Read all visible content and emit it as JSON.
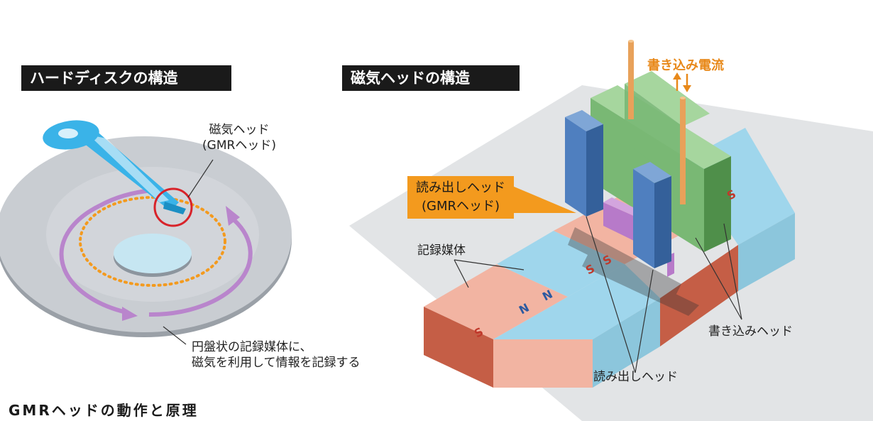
{
  "titles": {
    "hdd_structure": "ハードディスクの構造",
    "head_structure": "磁気ヘッドの構造",
    "footer": "GMRヘッドの動作と原理"
  },
  "labels": {
    "magnetic_head_line1": "磁気ヘッド",
    "magnetic_head_line2": "(GMRヘッド)",
    "disk_desc_line1": "円盤状の記録媒体に、",
    "disk_desc_line2": "磁気を利用して情報を記録する",
    "read_head_box_line1": "読み出しヘッド",
    "read_head_box_line2": "(GMRヘッド)",
    "write_current": "書き込み電流",
    "recording_medium": "記録媒体",
    "write_head": "書き込みヘッド",
    "read_head": "読み出しヘッド"
  },
  "poles": {
    "north": "N",
    "south": "S"
  },
  "colors": {
    "title_bg": "#1a1a1a",
    "accent_orange": "#f39a1e",
    "write_current": "#e8891a",
    "media_blue": "#9fd6ec",
    "media_pink": "#f2b4a2",
    "read_head_blue": "#4f7fbf",
    "write_head_green": "#79b874",
    "gmr_element_purple": "#b77ac9",
    "track_purple": "#b985cc",
    "disk_gray": "#c9cdd2"
  },
  "icons": {
    "current_arrows": "up-down-arrows-icon",
    "highlight_circle": "red-circle-icon"
  }
}
